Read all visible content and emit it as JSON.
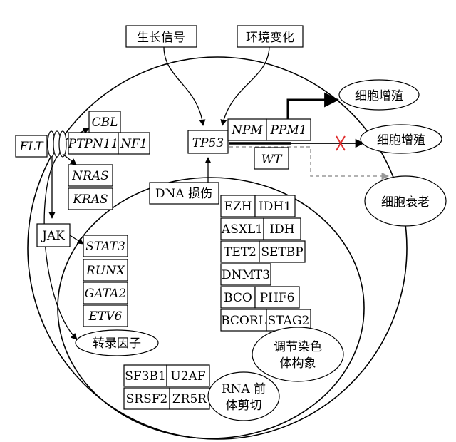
{
  "colors": {
    "stroke": "#000000",
    "dashed": "#999999",
    "cross": "#e03030",
    "background": "#ffffff"
  },
  "inputs": {
    "growth_signal": "生长信号",
    "environment_change": "环境变化"
  },
  "outputs": {
    "proliferation_1": "细胞增殖",
    "proliferation_2": "细胞增殖",
    "senescence": "细胞衰老"
  },
  "tp53": {
    "label": "TP53",
    "npm": "NPM",
    "ppm1": "PPM1",
    "wt": "WT"
  },
  "dna_damage": "DNA 损伤",
  "signaling": {
    "flt": "FLT",
    "cbl": "CBL",
    "ptpn11": "PTPN11",
    "nf1": "NF1",
    "nras": "NRAS",
    "kras": "KRAS",
    "jak": "JAK"
  },
  "transcription_factors": {
    "items": [
      "STAT3",
      "RUNX",
      "GATA2",
      "ETV6"
    ],
    "label": "转录因子"
  },
  "chromatin": {
    "ezh": "EZH",
    "idh1": "IDH1",
    "asxl1": "ASXL1",
    "idh": "IDH",
    "tet2": "TET2",
    "setbp": "SETBP",
    "dnmt3": "DNMT3",
    "bco": "BCO",
    "phf6": "PHF6",
    "bcorl": "BCORL",
    "stag2": "STAG2",
    "label_line1": "调节染色",
    "label_line2": "体构象"
  },
  "splicing": {
    "sf3b1": "SF3B1",
    "u2af": "U2AF",
    "srsf2": "SRSF2",
    "zr5r": "ZR5R",
    "label_line1": "RNA 前",
    "label_line2": "体剪切"
  }
}
